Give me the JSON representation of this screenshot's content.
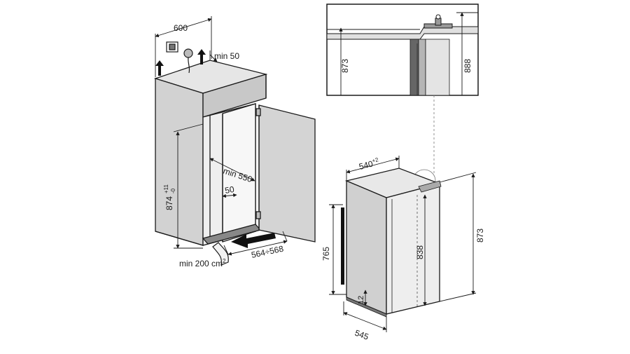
{
  "cabinet": {
    "width": "600",
    "vent_top_clearance": "min 50",
    "depth_inner": "min 550",
    "gap": "50",
    "height_main": "874",
    "height_tol_plus": "+11",
    "height_tol_minus": "-0",
    "niche_width": "564÷568",
    "vent_area": "min 200 cm",
    "vent_area_exp": "2"
  },
  "detail": {
    "height_inner": "873",
    "height_outer": "888"
  },
  "appliance": {
    "width": "540",
    "width_tol": "+2",
    "height_total": "873",
    "height_front": "838",
    "height_side": "765",
    "base_gap": "12",
    "depth": "545"
  },
  "colors": {
    "line": "#1a1a1a",
    "panel_light": "#dcdcdc",
    "panel_mid": "#c4c4c4",
    "panel_dark": "#9a9a9a"
  }
}
